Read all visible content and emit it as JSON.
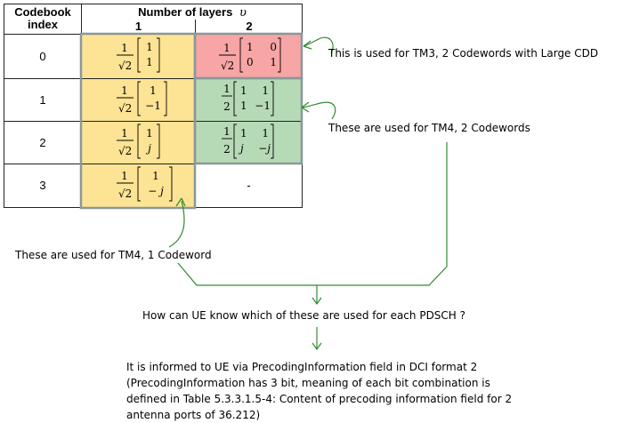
{
  "table": {
    "codebook_index_header": [
      "Codebook",
      "index"
    ],
    "layers_header": "Number of layers",
    "layers_symbol": "υ",
    "col1_label": "1",
    "col2_label": "2",
    "rows": [
      {
        "index": "0",
        "layer1": {
          "factor": "1/√2",
          "entries": [
            "1",
            "1"
          ]
        },
        "layer2": {
          "factor": "1/√2",
          "entries": [
            [
              "1",
              "0"
            ],
            [
              "0",
              "1"
            ]
          ]
        }
      },
      {
        "index": "1",
        "layer1": {
          "factor": "1/√2",
          "entries": [
            "1",
            "−1"
          ]
        },
        "layer2": {
          "factor": "1/2",
          "entries": [
            [
              "1",
              "1"
            ],
            [
              "1",
              "−1"
            ]
          ]
        }
      },
      {
        "index": "2",
        "layer1": {
          "factor": "1/√2",
          "entries": [
            "1",
            "j"
          ]
        },
        "layer2": {
          "factor": "1/2",
          "entries": [
            [
              "1",
              "1"
            ],
            [
              "j",
              "−j"
            ]
          ]
        }
      },
      {
        "index": "3",
        "layer1": {
          "factor": "1/√2",
          "entries": [
            "1",
            "− j"
          ]
        },
        "layer2_text": "-"
      }
    ]
  },
  "colors": {
    "yellow": "#fde394",
    "red": "#f8a5a5",
    "green": "#b7dab6",
    "group_border": "#8a9898",
    "arrow": "#2e8b2e"
  },
  "annotations": {
    "tm3": "This is used for TM3, 2 Codewords with Large CDD",
    "tm4_two": "These are used for TM4, 2 Codewords",
    "tm4_one": "These are used for TM4, 1 Codeword",
    "question": "How can UE know which of these are used for each PDSCH ?",
    "answer": [
      "It is informed to UE via PrecodingInformation field in DCI format 2",
      "(PrecodingInformation has 3 bit, meaning of each bit combination is",
      "defined in Table 5.3.3.1.5-4: Content of precoding information field for 2",
      "antenna ports of 36.212)"
    ]
  }
}
